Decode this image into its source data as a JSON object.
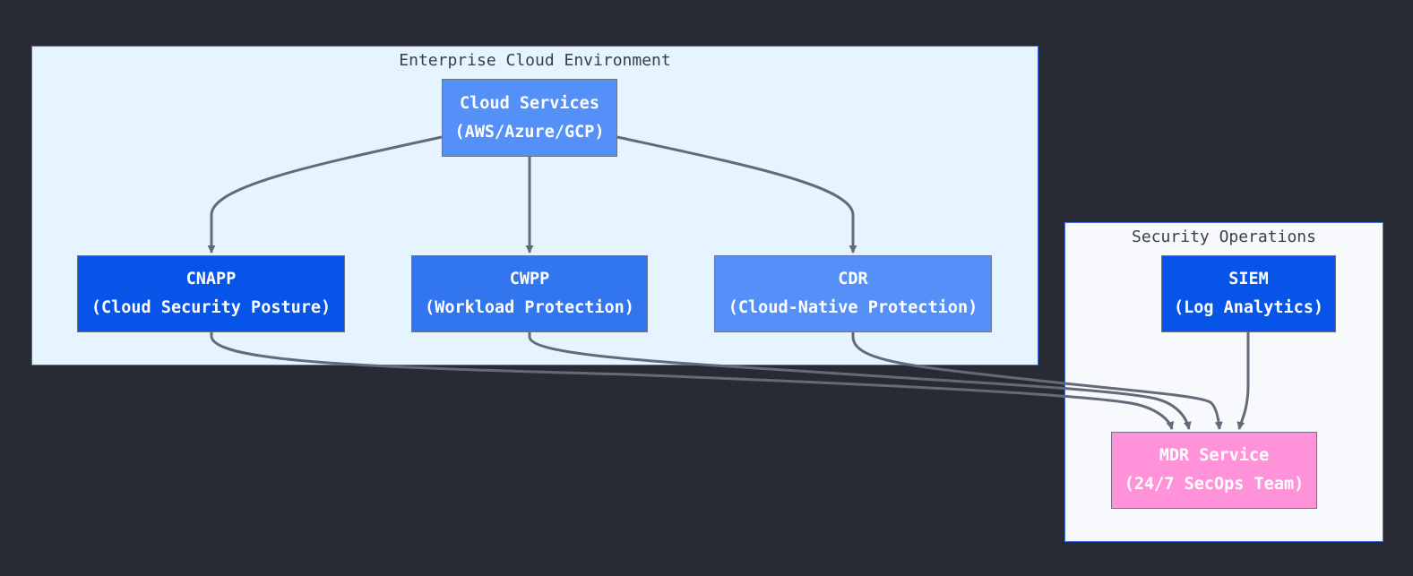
{
  "clusters": {
    "enterprise": {
      "title": "Enterprise Cloud Environment",
      "fill": "#e6f4ff"
    },
    "secops": {
      "title": "Security Operations",
      "fill": "#f7f9fd"
    }
  },
  "nodes": {
    "cloud": {
      "line1": "Cloud Services",
      "line2": "(AWS/Azure/GCP)",
      "color": "#5590f8"
    },
    "cnapp": {
      "line1": "CNAPP",
      "line2": "(Cloud Security Posture)",
      "color": "#0655e8"
    },
    "cwpp": {
      "line1": "CWPP",
      "line2": "(Workload Protection)",
      "color": "#3175ef"
    },
    "cdr": {
      "line1": "CDR",
      "line2": "(Cloud-Native Protection)",
      "color": "#5590f8"
    },
    "siem": {
      "line1": "SIEM",
      "line2": "(Log Analytics)",
      "color": "#0655e8"
    },
    "mdr": {
      "line1": "MDR Service",
      "line2": "(24/7 SecOps Team)",
      "color": "#ff92d8"
    }
  },
  "edge_color": "#646b78",
  "edges": [
    {
      "from": "cloud",
      "to": "cnapp"
    },
    {
      "from": "cloud",
      "to": "cwpp"
    },
    {
      "from": "cloud",
      "to": "cdr"
    },
    {
      "from": "cnapp",
      "to": "mdr"
    },
    {
      "from": "cwpp",
      "to": "mdr"
    },
    {
      "from": "cdr",
      "to": "mdr"
    },
    {
      "from": "siem",
      "to": "mdr"
    }
  ]
}
